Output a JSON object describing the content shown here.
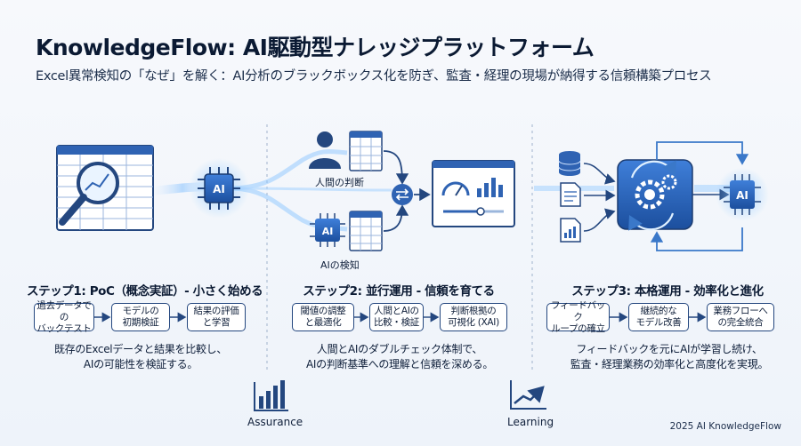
{
  "header": {
    "title": "KnowledgeFlow: AI駆動型ナレッジプラットフォーム",
    "subtitle": "Excel異常検知の「なぜ」を解く：AI分析のブラックボックス化を防ぎ、監査・経理の現場が納得する信頼構築プロセス"
  },
  "diagram": {
    "ai_chip_label": "AI",
    "human_label": "人間の判断",
    "ai_detect_label": "AIの検知"
  },
  "steps": [
    {
      "title": "ステップ1: PoC（概念実証）- 小さく始める",
      "boxes": [
        "過去データでの\nバックテスト",
        "モデルの\n初期検証",
        "結果の評価\nと学習"
      ],
      "description": "既存のExcelデータと結果を比較し、\nAIの可能性を検証する。"
    },
    {
      "title": "ステップ2: 並行運用 - 信頼を育てる",
      "boxes": [
        "閾値の調整\nと最適化",
        "人間とAIの\n比較・検証",
        "判断根拠の\n可視化 (XAI)"
      ],
      "description": "人間とAIのダブルチェック体制で、\nAIの判断基準への理解と信頼を深める。"
    },
    {
      "title": "ステップ3: 本格運用 - 効率化と進化",
      "boxes": [
        "フィードバック\nループの確立",
        "継続的な\nモデル改善",
        "業務フローへ\nの完全統合"
      ],
      "description": "フィードバックを元にAIが学習し続け、\n監査・経理業務の効率化と高度化を実現。"
    }
  ],
  "bottom": {
    "assurance": "Assurance",
    "learning": "Learning"
  },
  "footer": "2025 AI KnowledgeFlow",
  "icons": [
    "spreadsheet-magnifier-icon",
    "ai-chip-icon",
    "person-icon",
    "table-icon",
    "exchange-icon",
    "dashboard-icon",
    "database-icon",
    "document-icon",
    "report-icon",
    "gear-cycle-icon",
    "bar-chart-icon",
    "trend-line-icon"
  ],
  "colors": {
    "primary": "#1f5fbf",
    "dark": "#24477f",
    "glow": "#6fb6ff",
    "text": "#0f1f3a"
  }
}
